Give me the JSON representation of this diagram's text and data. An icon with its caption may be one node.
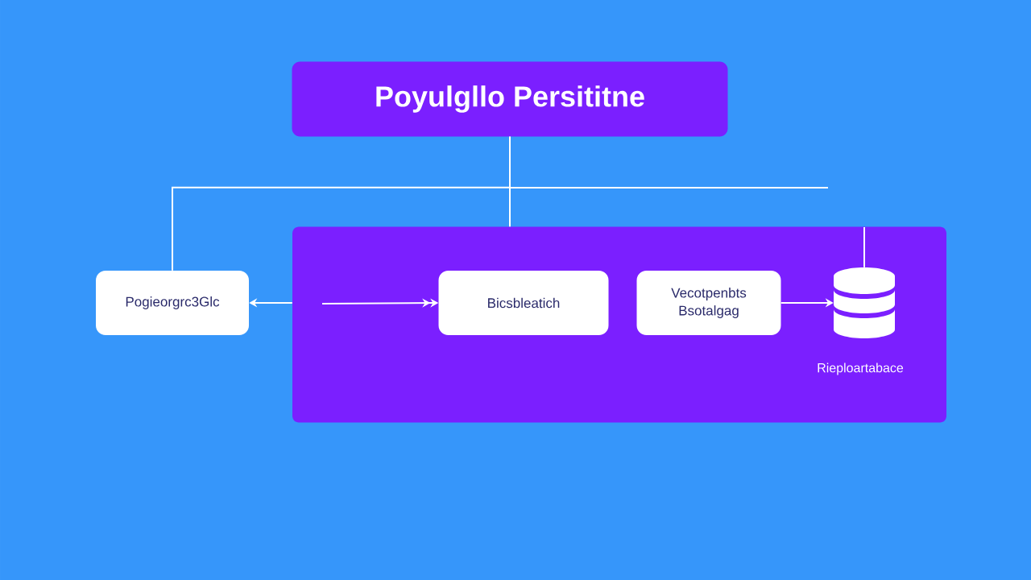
{
  "diagram": {
    "nodes": [
      {
        "text": [
          "Poyulgllo Persititne"
        ]
      },
      {
        "text": [
          "Pogieorgrc3Glc"
        ]
      },
      {
        "text": [],
        "shape": "box"
      },
      {
        "text": [
          "Bicsbleatich"
        ],
        "in": 2
      },
      {
        "text": [
          "Vecotpenbts Bsotalgag"
        ],
        "in": 2
      },
      {
        "text": [],
        "shape": "cylinder",
        "beside": [
          "Rieploartabace"
        ],
        "in": 2
      }
    ],
    "edges": [
      {
        "from": 0,
        "to": 1,
        "arrow": "none"
      },
      {
        "from": 0,
        "to": 2,
        "arrow": "none"
      },
      {
        "from": 0,
        "to": null,
        "arrow": "none"
      },
      {
        "from": 2,
        "to": 1,
        "arrow": "to"
      },
      {
        "from": null,
        "to": 3,
        "arrow": "to"
      },
      {
        "from": 4,
        "to": 5,
        "arrow": "to"
      },
      {
        "from": null,
        "to": 5,
        "arrow": "none"
      }
    ]
  }
}
